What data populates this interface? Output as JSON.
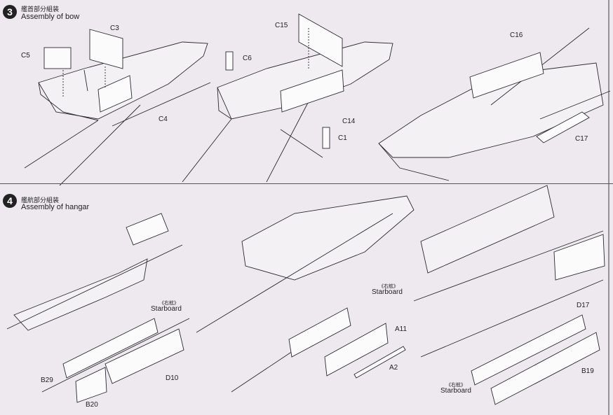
{
  "steps": [
    {
      "number": "3",
      "title_cn": "艦首部分組装",
      "title_en": "Assembly of bow",
      "labels": {
        "c3": "C3",
        "c5": "C5",
        "c4": "C4",
        "c6": "C6",
        "c15": "C15",
        "c14": "C14",
        "c1": "C1",
        "c16": "C16",
        "c17": "C17"
      }
    },
    {
      "number": "4",
      "title_cn": "艦航部分組装",
      "title_en": "Assembly of hangar",
      "labels": {
        "starboard_cn_1": "《右舷》",
        "starboard_1": "Starboard",
        "starboard_cn_2": "《右舷》",
        "starboard_2": "Starboard",
        "starboard_cn_3": "《右舷》",
        "starboard_3": "Starboard",
        "b29": "B29",
        "b20": "B20",
        "d10": "D10",
        "a11": "A11",
        "a2": "A2",
        "d17": "D17",
        "b19": "B19"
      }
    }
  ]
}
